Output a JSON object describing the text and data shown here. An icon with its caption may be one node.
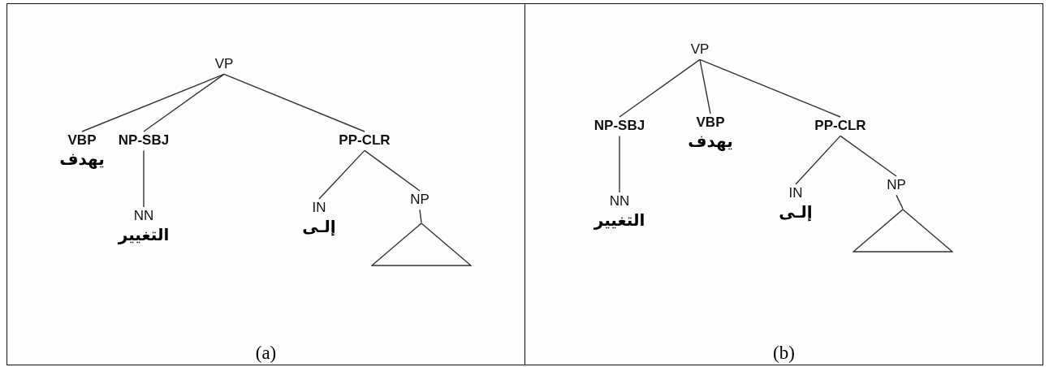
{
  "diagram": {
    "nodes": [
      {
        "text": [
          "(a)"
        ]
      },
      {
        "text": [
          "VP"
        ],
        "in": 0
      },
      {
        "text": [
          "VBP",
          "يهدف"
        ],
        "in": 0
      },
      {
        "text": [
          "NP-SBJ"
        ],
        "in": 0
      },
      {
        "text": [
          "NN",
          "التغيير"
        ],
        "in": 0
      },
      {
        "text": [
          "PP-CLR"
        ],
        "in": 0
      },
      {
        "text": [
          "IN",
          "إلـى"
        ],
        "in": 0
      },
      {
        "text": [
          "NP"
        ],
        "in": 0
      },
      {
        "text": [],
        "shape": "triangle",
        "in": 0
      },
      {
        "text": [
          "(b)"
        ]
      },
      {
        "text": [
          "VP"
        ],
        "in": 9
      },
      {
        "text": [
          "NP-SBJ"
        ],
        "in": 9
      },
      {
        "text": [
          "NN",
          "التغيير"
        ],
        "in": 9
      },
      {
        "text": [
          "VBP",
          "يهدف"
        ],
        "in": 9
      },
      {
        "text": [
          "PP-CLR"
        ],
        "in": 9
      },
      {
        "text": [
          "IN",
          "إلـى"
        ],
        "in": 9
      },
      {
        "text": [
          "NP"
        ],
        "in": 9
      },
      {
        "text": [],
        "shape": "triangle",
        "in": 9
      }
    ],
    "edges": [
      {
        "from": 1,
        "to": 2,
        "arrow": "none"
      },
      {
        "from": 1,
        "to": 3,
        "arrow": "none"
      },
      {
        "from": 1,
        "to": 5,
        "arrow": "none"
      },
      {
        "from": 3,
        "to": 4,
        "arrow": "none"
      },
      {
        "from": 5,
        "to": 6,
        "arrow": "none"
      },
      {
        "from": 5,
        "to": 7,
        "arrow": "none"
      },
      {
        "from": 7,
        "to": 8,
        "arrow": "none"
      },
      {
        "from": 10,
        "to": 11,
        "arrow": "none"
      },
      {
        "from": 10,
        "to": 13,
        "arrow": "none"
      },
      {
        "from": 10,
        "to": 14,
        "arrow": "none"
      },
      {
        "from": 11,
        "to": 12,
        "arrow": "none"
      },
      {
        "from": 14,
        "to": 15,
        "arrow": "none"
      },
      {
        "from": 14,
        "to": 16,
        "arrow": "none"
      },
      {
        "from": 16,
        "to": 17,
        "arrow": "none"
      }
    ]
  }
}
